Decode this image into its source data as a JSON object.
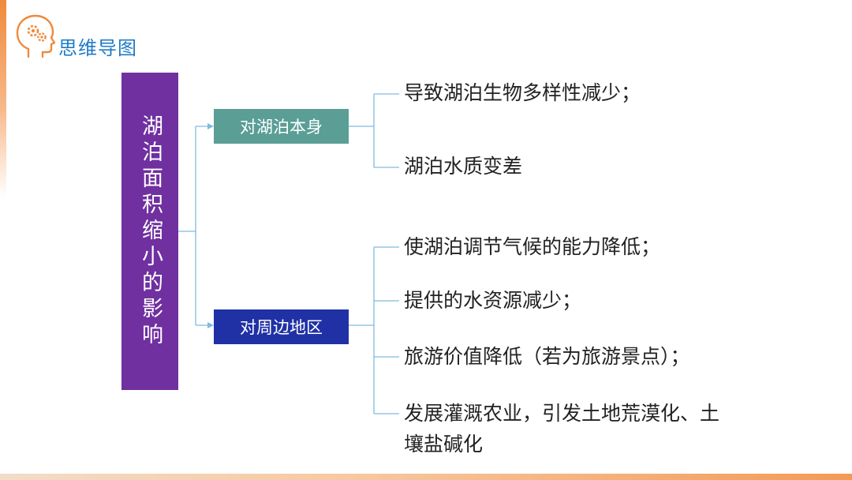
{
  "header": {
    "title": "思维导图",
    "logo_icon": "head-gears-icon"
  },
  "diagram": {
    "root": "湖泊面积缩小的影响",
    "branches": [
      {
        "label": "对湖泊本身",
        "color": "#5a9e96",
        "items": [
          "导致湖泊生物多样性减少；",
          "湖泊水质变差"
        ]
      },
      {
        "label": "对周边地区",
        "color": "#2031a6",
        "items": [
          "使湖泊调节气候的能力降低；",
          "提供的水资源减少；",
          "旅游价值降低（若为旅游景点）；",
          "发展灌溉农业，引发土地荒漠化、土",
          "壤盐碱化"
        ]
      }
    ]
  },
  "colors": {
    "root_fill": "#7030a0",
    "connector": "#7fbbe0",
    "accent_orange": "#f08a3c",
    "title_blue": "#1f7bc7"
  }
}
